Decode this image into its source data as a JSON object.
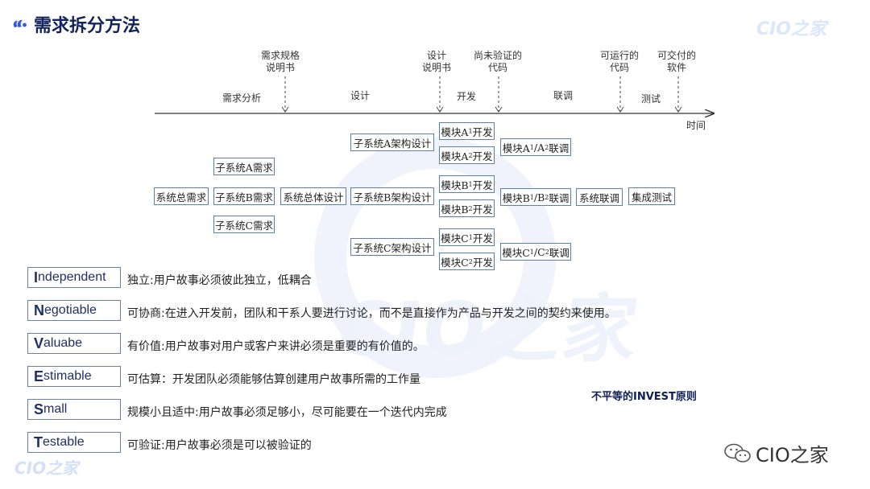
{
  "title": "需求拆分方法",
  "brand": "CIO之家",
  "timeline": {
    "milestones": [
      {
        "id": "spec",
        "label": "需求规格\n说明书"
      },
      {
        "id": "design_spec",
        "label": "设计\n说明书"
      },
      {
        "id": "unverified",
        "label": "尚未验证的\n代码"
      },
      {
        "id": "runnable",
        "label": "可运行的\n代码"
      },
      {
        "id": "deliverable",
        "label": "可交付的\n软件"
      }
    ],
    "phases": [
      "需求分析",
      "设计",
      "开发",
      "联调",
      "测试"
    ],
    "axis_label": "时间"
  },
  "diagram": {
    "total_req": "系统总需求",
    "sub_reqs": [
      "子系统A需求",
      "子系统B需求",
      "子系统C需求"
    ],
    "overall_design": "系统总体设计",
    "arch_designs": [
      "子系统A架构设计",
      "子系统B架构设计",
      "子系统C架构设计"
    ],
    "modules": [
      {
        "prefix": "模块A",
        "sub": "1",
        "suffix": "开发"
      },
      {
        "prefix": "模块A",
        "sub": "2",
        "suffix": "开发"
      },
      {
        "prefix": "模块B",
        "sub": "1",
        "suffix": "开发"
      },
      {
        "prefix": "模块B",
        "sub": "2",
        "suffix": "开发"
      },
      {
        "prefix": "模块C",
        "sub": "1",
        "suffix": "开发"
      },
      {
        "prefix": "模块C",
        "sub": "2",
        "suffix": "开发"
      }
    ],
    "integrations": [
      {
        "a": "模块A",
        "s1": "1",
        "mid": "/A",
        "s2": "2",
        "suffix": "联调"
      },
      {
        "a": "模块B",
        "s1": "1",
        "mid": "/B",
        "s2": "2",
        "suffix": "联调"
      },
      {
        "a": "模块C",
        "s1": "1",
        "mid": "/C",
        "s2": "2",
        "suffix": "联调"
      }
    ],
    "system_integration": "系统联调",
    "integration_test": "集成测试"
  },
  "invest": [
    {
      "first": "I",
      "rest": "ndependent",
      "desc": "独立:用户故事必须彼此独立，低耦合"
    },
    {
      "first": "N",
      "rest": "egotiable",
      "desc": "可协商:在进入开发前，团队和干系人要进行讨论，而不是直接作为产品与开发之间的契约来使用。"
    },
    {
      "first": "V",
      "rest": "aluabe",
      "desc": "有价值:用户故事对用户或客户来讲必须是重要的有价值的。"
    },
    {
      "first": "E",
      "rest": "stimable",
      "desc": "可估算：开发团队必须能够估算创建用户故事所需的工作量"
    },
    {
      "first": "S",
      "rest": "mall",
      "desc": "规模小且适中:用户故事必须足够小，尽可能要在一个迭代内完成"
    },
    {
      "first": "T",
      "rest": "estable",
      "desc": "可验证:用户故事必须是可以被验证的"
    }
  ],
  "principle_note": "不平等的INVEST原则",
  "colors": {
    "title": "#13235b",
    "box_border": "#5b7fb5",
    "accent": "#2f5bd3"
  }
}
